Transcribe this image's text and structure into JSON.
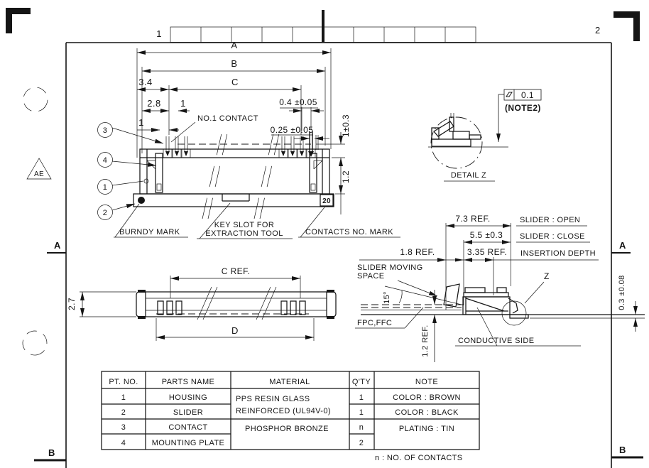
{
  "sheet": {
    "grid_ref_top_left": "1",
    "grid_ref_top_right": "2",
    "grid_ref_left_a": "A",
    "grid_ref_right_a": "A",
    "grid_ref_left_b": "B",
    "grid_ref_right_b": "B",
    "revision_mark": "AE",
    "line_color": "#151515",
    "bg_color": "#ffffff"
  },
  "front_view": {
    "dims": {
      "a": "A",
      "b": "B",
      "c": "C",
      "d34": "3.4",
      "d28": "2.8",
      "d1_left": "1",
      "d1_pitch": "1",
      "d04": "0.4 ±0.05",
      "d025": "0.25 ±0.05",
      "d103": "1±0.3",
      "d12": "1.2"
    },
    "labels": {
      "no1_contact": "NO.1 CONTACT",
      "burndy_mark": "BURNDY MARK",
      "key_slot_1": "KEY SLOT FOR",
      "key_slot_2": "EXTRACTION TOOL",
      "contacts_no_mark": "CONTACTS NO. MARK",
      "contacts_count": "20"
    },
    "balloons": {
      "b3": "3",
      "b4": "4",
      "b1": "1",
      "b2": "2"
    }
  },
  "detail_z": {
    "flatness": "0.1",
    "note": "(NOTE2)",
    "title": "DETAIL Z"
  },
  "side_view": {
    "dims": {
      "d73": "7.3 REF.",
      "d55": "5.5 ±0.3",
      "d18": "1.8 REF.",
      "d335": "3.35 REF.",
      "d12ref": "1.2 REF.",
      "d03": "0.3 ±0.08",
      "angle": "15°"
    },
    "labels": {
      "slider_open": "SLIDER : OPEN",
      "slider_close": "SLIDER : CLOSE",
      "insertion_depth": "INSERTION DEPTH",
      "slider_moving_1": "SLIDER MOVING",
      "slider_moving_2": "SPACE",
      "fpc_ffc": "FPC,FFC",
      "conductive_side": "CONDUCTIVE SIDE",
      "z": "Z"
    }
  },
  "bottom_view": {
    "dims": {
      "c_ref": "C REF.",
      "d": "D",
      "d27": "2.7"
    }
  },
  "parts_table": {
    "headers": [
      "PT. NO.",
      "PARTS NAME",
      "MATERIAL",
      "Q'TY",
      "NOTE"
    ],
    "rows": [
      {
        "pt": "1",
        "name": "HOUSING",
        "qty": "1",
        "note": "COLOR : BROWN"
      },
      {
        "pt": "2",
        "name": "SLIDER",
        "qty": "1",
        "note": "COLOR : BLACK"
      },
      {
        "pt": "3",
        "name": "CONTACT",
        "qty": "n",
        "note": "PLATING : TIN"
      },
      {
        "pt": "4",
        "name": "MOUNTING PLATE",
        "qty": "2",
        "note": ""
      }
    ],
    "material_housing_slider_1": "PPS RESIN GLASS",
    "material_housing_slider_2": "REINFORCED (UL94V-0)",
    "material_contact_plate": "PHOSPHOR BRONZE",
    "footnote": "n : NO. OF CONTACTS"
  }
}
